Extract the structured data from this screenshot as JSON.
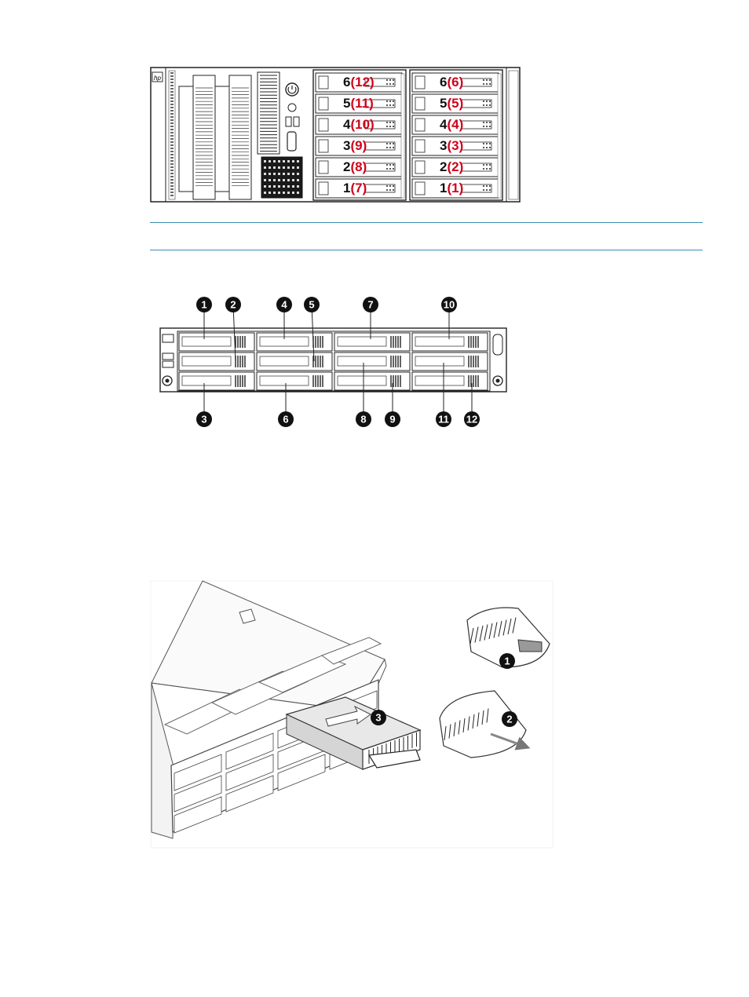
{
  "figure1": {
    "cage_left_bays": [
      {
        "slot": "6",
        "overall": "(12)"
      },
      {
        "slot": "5",
        "overall": "(11)"
      },
      {
        "slot": "4",
        "overall": "(10)"
      },
      {
        "slot": "3",
        "overall": "(9)"
      },
      {
        "slot": "2",
        "overall": "(8)"
      },
      {
        "slot": "1",
        "overall": "(7)"
      }
    ],
    "cage_right_bays": [
      {
        "slot": "6",
        "overall": "(6)"
      },
      {
        "slot": "5",
        "overall": "(5)"
      },
      {
        "slot": "4",
        "overall": "(4)"
      },
      {
        "slot": "3",
        "overall": "(3)"
      },
      {
        "slot": "2",
        "overall": "(2)"
      },
      {
        "slot": "1",
        "overall": "(1)"
      }
    ],
    "colors": {
      "slot_number": "#111111",
      "overall_number": "#d0021b"
    }
  },
  "figure2": {
    "callouts_top": [
      "1",
      "2",
      "4",
      "5",
      "7",
      "10"
    ],
    "callouts_bottom": [
      "3",
      "6",
      "8",
      "9",
      "11",
      "12"
    ]
  },
  "figure3": {
    "step_callouts": [
      "1",
      "2",
      "3"
    ]
  },
  "separator_color": "#3b8fb3"
}
